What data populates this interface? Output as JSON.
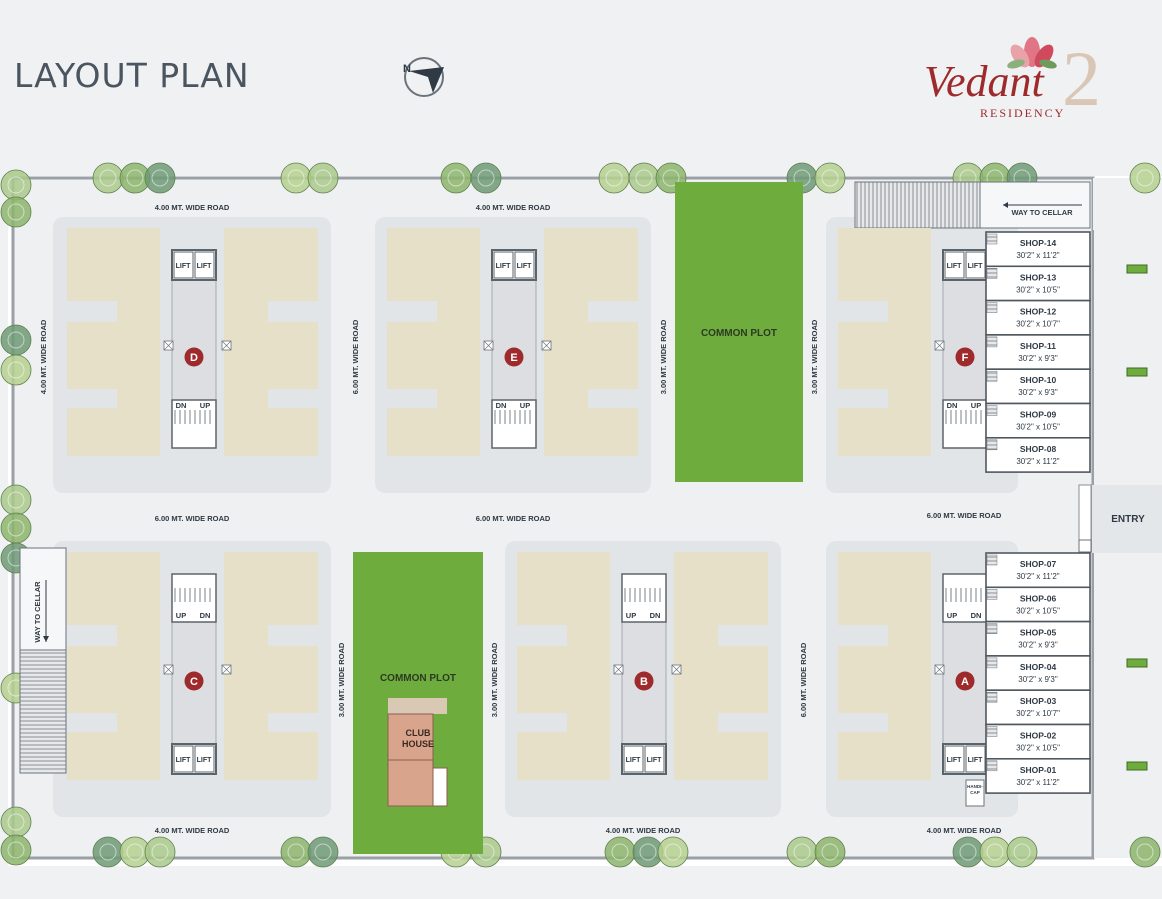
{
  "header": {
    "title": "LAYOUT PLAN",
    "north": "N",
    "logo_word": "Vedant",
    "logo_sub": "RESIDENCY",
    "logo_num": "2"
  },
  "roads": {
    "top_left": "4.00 MT. WIDE ROAD",
    "top_middle": "4.00 MT. WIDE ROAD",
    "left": "4.00 MT. WIDE ROAD",
    "v_de": "6.00 MT. WIDE ROAD",
    "v_e_plot": "3.00 MT. WIDE ROAD",
    "v_plot_f": "3.00 MT. WIDE ROAD",
    "mid_left": "6.00 MT. WIDE ROAD",
    "mid_middle": "6.00 MT. WIDE ROAD",
    "mid_right": "6.00 MT. WIDE ROAD",
    "v_c_plot": "3.00 MT. WIDE ROAD",
    "v_plot_b": "3.00 MT. WIDE ROAD",
    "v_b_a": "6.00 MT. WIDE ROAD",
    "bottom_left": "4.00 MT. WIDE ROAD",
    "bottom_middle": "4.00 MT. WIDE ROAD",
    "bottom_right": "4.00 MT. WIDE ROAD"
  },
  "labels": {
    "common_plot_top": "COMMON PLOT",
    "common_plot_bottom": "COMMON PLOT",
    "club_line1": "CLUB",
    "club_line2": "HOUSE",
    "way_to_cellar_top": "WAY TO CELLAR",
    "way_to_cellar_left": "WAY TO CELLAR",
    "entry": "ENTRY",
    "lift": "LIFT",
    "dn": "DN",
    "up": "UP",
    "handicap_1": "HANDI-",
    "handicap_2": "CAP"
  },
  "blocks": [
    {
      "id": "block-d",
      "letter": "D"
    },
    {
      "id": "block-e",
      "letter": "E"
    },
    {
      "id": "block-f",
      "letter": "F"
    },
    {
      "id": "block-c",
      "letter": "C"
    },
    {
      "id": "block-b",
      "letter": "B"
    },
    {
      "id": "block-a",
      "letter": "A"
    }
  ],
  "shops_top": [
    {
      "name": "SHOP-14",
      "size": "30'2\" x 11'2\""
    },
    {
      "name": "SHOP-13",
      "size": "30'2\" x 10'5\""
    },
    {
      "name": "SHOP-12",
      "size": "30'2\" x 10'7\""
    },
    {
      "name": "SHOP-11",
      "size": "30'2\" x 9'3\""
    },
    {
      "name": "SHOP-10",
      "size": "30'2\" x 9'3\""
    },
    {
      "name": "SHOP-09",
      "size": "30'2\" x 10'5\""
    },
    {
      "name": "SHOP-08",
      "size": "30'2\" x 11'2\""
    }
  ],
  "shops_bottom": [
    {
      "name": "SHOP-07",
      "size": "30'2\" x 11'2\""
    },
    {
      "name": "SHOP-06",
      "size": "30'2\" x 10'5\""
    },
    {
      "name": "SHOP-05",
      "size": "30'2\" x 9'3\""
    },
    {
      "name": "SHOP-04",
      "size": "30'2\" x 9'3\""
    },
    {
      "name": "SHOP-03",
      "size": "30'2\" x 10'7\""
    },
    {
      "name": "SHOP-02",
      "size": "30'2\" x 10'5\""
    },
    {
      "name": "SHOP-01",
      "size": "30'2\" x 11'2\""
    }
  ],
  "colors": {
    "building": "#e6e0c8",
    "grass": "#6fac3e",
    "road": "#eef0f2",
    "accent": "#9e2a2b"
  }
}
